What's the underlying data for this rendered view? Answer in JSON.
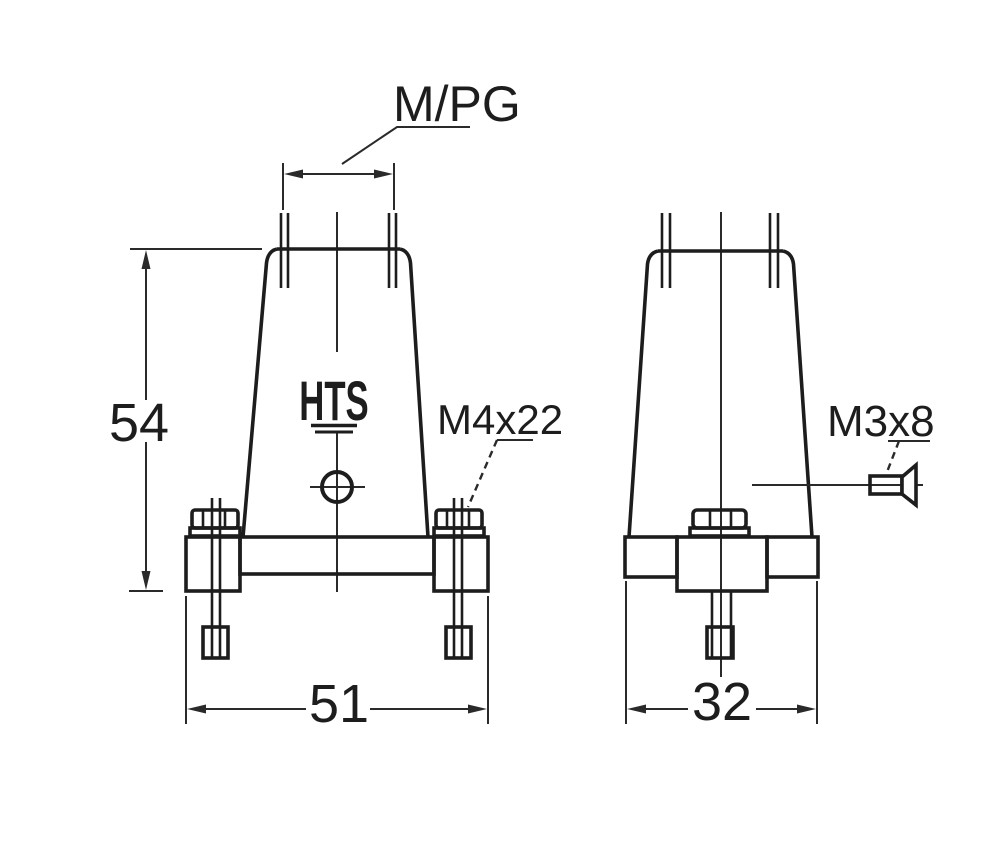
{
  "drawing": {
    "kind": "technical-drawing-cable-hood",
    "background_color": "#ffffff",
    "ink_color": "#1d1d1d",
    "logo": {
      "text": "HTS"
    },
    "labels": {
      "cable_entry_thread": "M/PG",
      "fixing_screw_front": "M4x22",
      "fixing_screw_side": "M3x8"
    },
    "dimensions": {
      "overall_height": "54",
      "overall_width_front": "51",
      "overall_depth_side": "32"
    }
  }
}
